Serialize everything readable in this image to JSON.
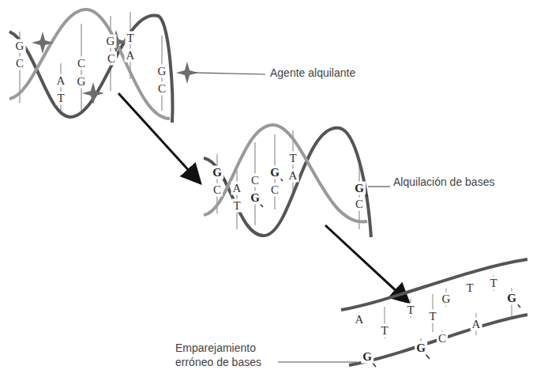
{
  "diagram": {
    "labels": [
      "G",
      "C",
      "A",
      "T",
      "C",
      "G",
      "G",
      "C",
      "T",
      "A",
      "G",
      "C",
      "Agente alquilante",
      "G",
      "C",
      "A",
      "T",
      "C",
      "G",
      "G",
      "C",
      "T",
      "A",
      "G",
      "C",
      "Alquilación de bases",
      "A",
      "G",
      "T",
      "T",
      "G",
      "T",
      "G",
      "C",
      "T",
      "A",
      "T",
      "G",
      "Emparejamiento erróneo de bases"
    ]
  }
}
